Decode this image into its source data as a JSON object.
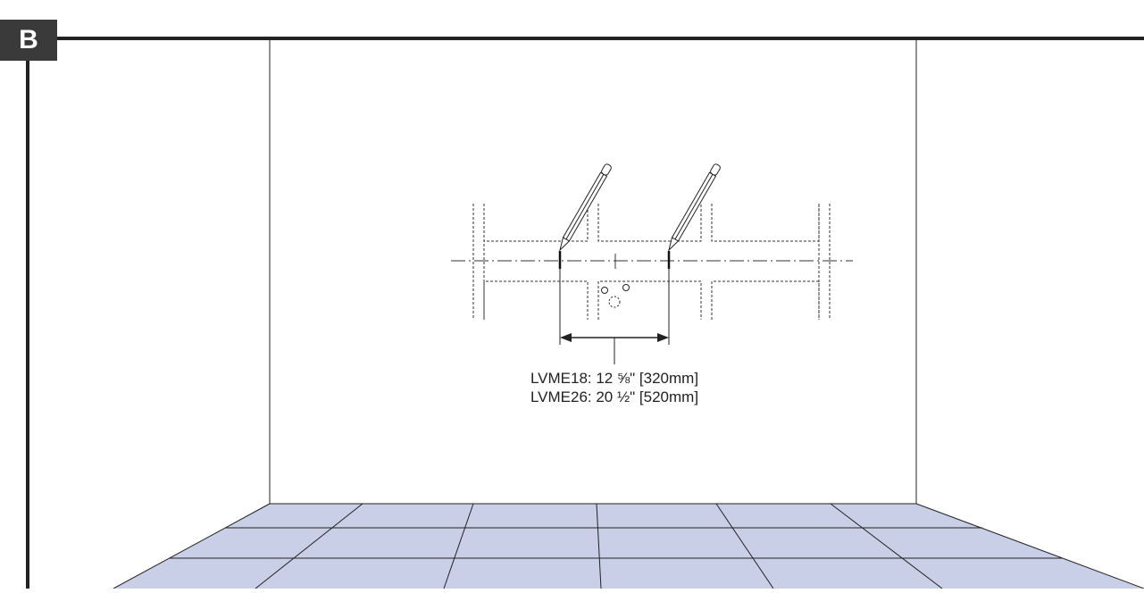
{
  "step": {
    "letter": "B"
  },
  "measurements": [
    {
      "model": "LVME18",
      "value": "12 ⅝\" [320mm]",
      "text": "LVME18: 12 ⅝\" [320mm]"
    },
    {
      "model": "LVME26",
      "value": "20 ½\" [520mm]",
      "text": "LVME26: 20 ½\" [520mm]"
    }
  ],
  "colors": {
    "badge": "#3a3a3a",
    "floor_tile": "#c9cfe6",
    "line": "#222222"
  },
  "icons": [
    "pencil-icon",
    "pencil-icon",
    "anchor-holes-icon",
    "dimension-arrow-icon"
  ]
}
